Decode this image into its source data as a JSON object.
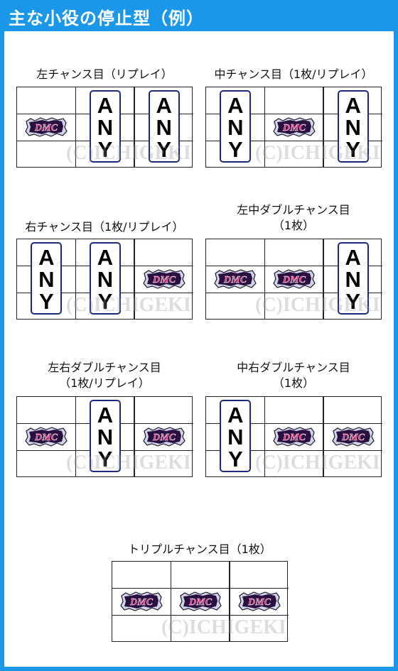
{
  "header": {
    "title": "主な小役の停止型（例）"
  },
  "watermark": "(C)ICHIGEKI",
  "reel_symbols": {
    "any_letters": [
      "A",
      "N",
      "Y"
    ],
    "logo_text": "DMC"
  },
  "patterns": [
    {
      "label": "左チャンス目（リプレイ）",
      "reels": [
        "logo-mid",
        "any",
        "any"
      ]
    },
    {
      "label": "中チャンス目（1枚/リプレイ）",
      "reels": [
        "any",
        "logo-mid",
        "any"
      ]
    },
    {
      "label": "右チャンス目（1枚/リプレイ）",
      "reels": [
        "any",
        "any",
        "logo-mid"
      ]
    },
    {
      "label": "左中ダブルチャンス目\n（1枚）",
      "reels": [
        "logo-mid",
        "logo-mid",
        "any"
      ]
    },
    {
      "label": "左右ダブルチャンス目\n（1枚/リプレイ）",
      "reels": [
        "logo-mid",
        "any",
        "logo-mid"
      ]
    },
    {
      "label": "中右ダブルチャンス目\n（1枚）",
      "reels": [
        "any",
        "logo-mid",
        "logo-mid"
      ]
    },
    {
      "label": "トリプルチャンス目（1枚）",
      "reels": [
        "logo-mid",
        "logo-mid",
        "logo-mid"
      ]
    }
  ],
  "colors": {
    "header_bg": "#1a97e8",
    "any_border": "#1b2a7a",
    "logo_pink": "#e0287a",
    "logo_dark": "#2a1040"
  }
}
